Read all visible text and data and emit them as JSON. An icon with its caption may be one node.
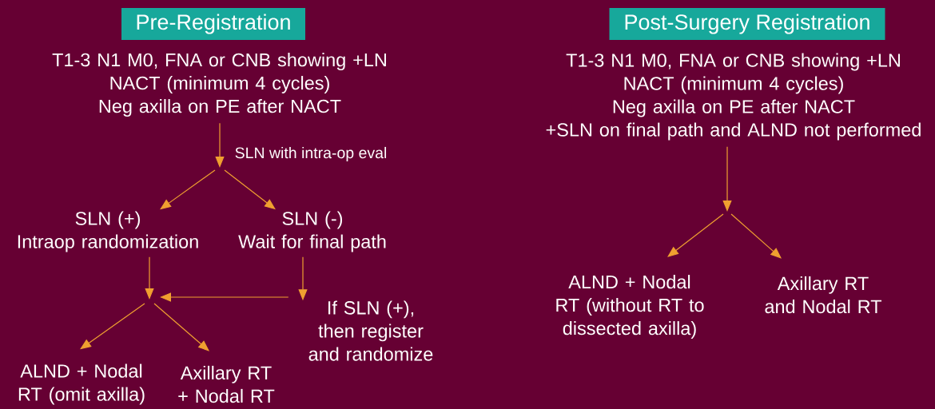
{
  "diagram": {
    "nodes": [
      {
        "text": [
          "Pre-Registration"
        ]
      },
      {
        "text": [
          "T1-3 N1 M0, FNA or CNB showing +LN",
          "NACT (minimum 4 cycles)",
          "Neg axilla on PE after NACT"
        ]
      },
      {
        "text": [
          "SLN (+)",
          "Intraop randomization"
        ]
      },
      {
        "text": [
          "SLN (-)",
          "Wait for final path"
        ]
      },
      {
        "text": [
          "If SLN (+), then register and randomize"
        ]
      },
      {
        "text": [
          "ALND + Nodal RT (omit axilla)"
        ]
      },
      {
        "text": [
          "Axillary RT + Nodal RT"
        ]
      },
      {
        "text": [
          "Post-Surgery Registration"
        ]
      },
      {
        "text": [
          "T1-3 N1 M0, FNA or CNB showing +LN",
          "NACT (minimum 4 cycles)",
          "Neg axilla on PE after NACT",
          "+SLN on final path and ALND not performed"
        ]
      },
      {
        "text": [
          "ALND + Nodal RT (without RT to dissected axilla)"
        ]
      },
      {
        "text": [
          "Axillary RT and Nodal RT"
        ]
      }
    ],
    "edges": [
      {
        "from": 1,
        "to": null,
        "arrow": "to",
        "label": "SLN with intra-op eval"
      },
      {
        "from": null,
        "to": 2,
        "arrow": "to"
      },
      {
        "from": null,
        "to": 3,
        "arrow": "to"
      },
      {
        "from": 2,
        "to": null,
        "arrow": "to"
      },
      {
        "from": 3,
        "to": 4,
        "arrow": "to"
      },
      {
        "from": 4,
        "to": null,
        "arrow": "to"
      },
      {
        "from": null,
        "to": 5,
        "arrow": "to"
      },
      {
        "from": null,
        "to": 6,
        "arrow": "to"
      },
      {
        "from": 8,
        "to": null,
        "arrow": "to"
      },
      {
        "from": null,
        "to": 9,
        "arrow": "to"
      },
      {
        "from": null,
        "to": 10,
        "arrow": "to"
      }
    ]
  }
}
